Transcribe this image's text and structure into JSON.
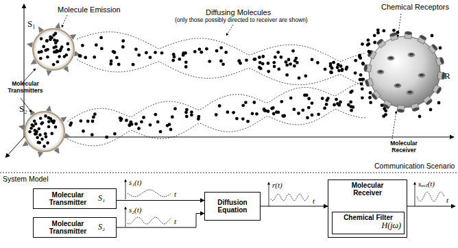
{
  "diagram": {
    "nodes": [
      {
        "text": [
          "Molecular Transmitter",
          "S₁"
        ]
      },
      {
        "text": [
          "Molecular Transmitter",
          "S₂"
        ]
      },
      {
        "text": [
          "Diffusion Equation"
        ]
      },
      {
        "text": [
          "Molecular Receiver"
        ]
      },
      {
        "text": [
          "Chemical Filter",
          "H(jω)"
        ],
        "in": 3
      }
    ],
    "edges": [
      {
        "from": 0,
        "to": 2,
        "arrow": "to"
      },
      {
        "from": 1,
        "to": 2,
        "arrow": "to"
      },
      {
        "from": 2,
        "to": 3,
        "arrow": "to"
      }
    ],
    "labels": [
      "Molecule Emission",
      "S₁",
      "Diffusing Molecules",
      "(only those possibly directed to receiver are shown)",
      "Chemical Receptors",
      "R",
      "Molecular Transmitters",
      "S₂",
      "Molecular Receiver",
      "Communication Scenario",
      "System Model",
      "s₁(t)",
      "t",
      "s₂(t)",
      "t",
      "r(t)",
      "t",
      "sₒᵤₜ(t)",
      "t"
    ]
  }
}
